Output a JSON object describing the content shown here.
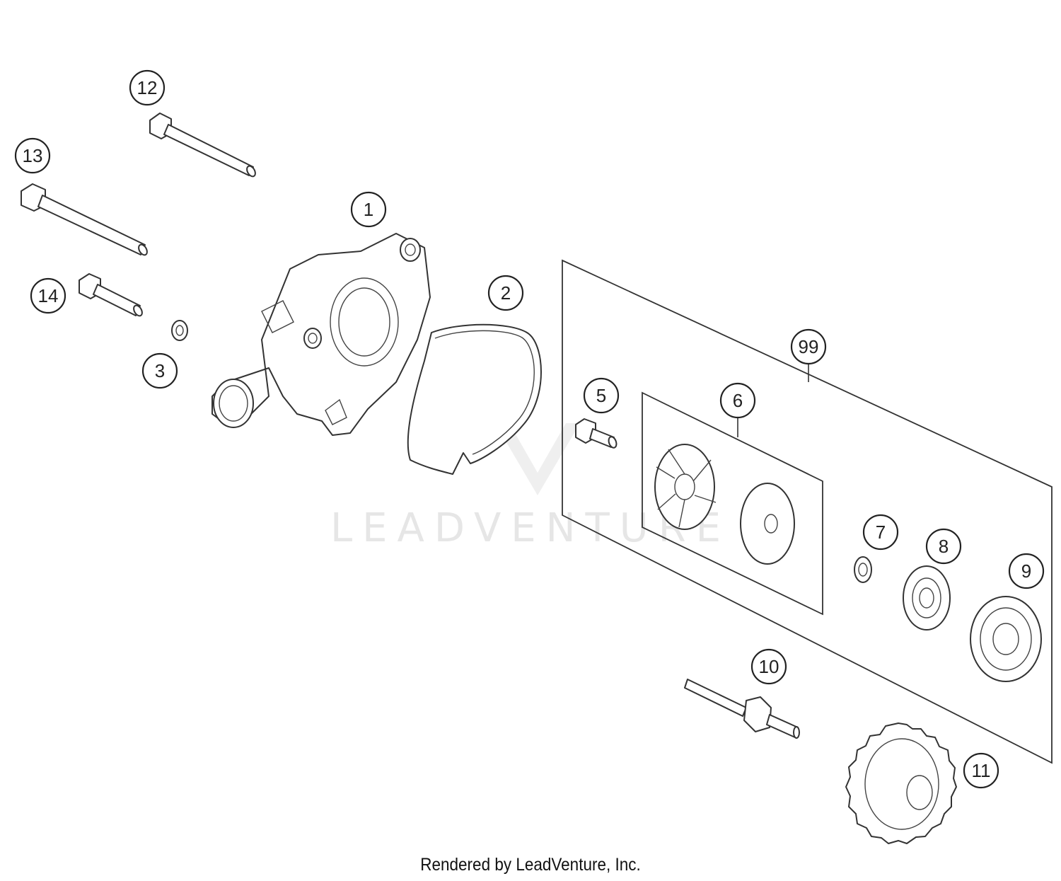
{
  "watermark": {
    "text": "LEADVENTURE"
  },
  "footer": {
    "text": "Rendered by LeadVenture, Inc."
  },
  "callouts": {
    "c1": "1",
    "c2": "2",
    "c3": "3",
    "c5": "5",
    "c6": "6",
    "c7": "7",
    "c8": "8",
    "c9": "9",
    "c10": "10",
    "c11": "11",
    "c12": "12",
    "c13": "13",
    "c14": "14",
    "c99": "99"
  },
  "colors": {
    "line": "#333333",
    "watermark": "#e6e6e6",
    "background": "#ffffff"
  }
}
